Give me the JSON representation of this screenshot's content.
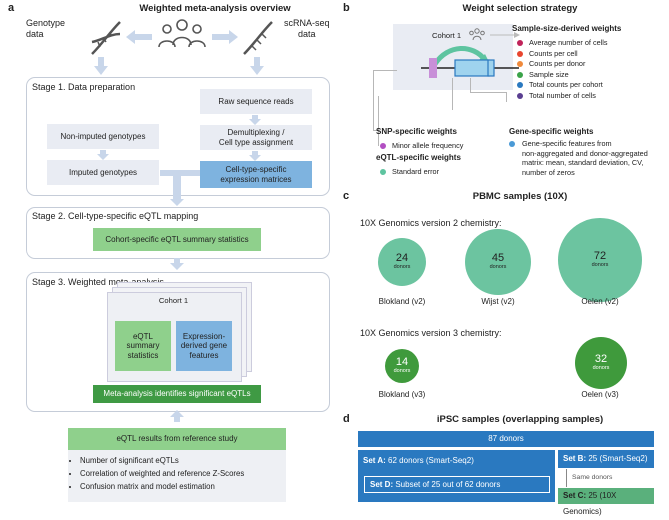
{
  "panel_a": {
    "letter": "a",
    "title": "Weighted meta-analysis overview",
    "genotype_label_1": "Genotype",
    "genotype_label_2": "data",
    "scrna_label_1": "scRNA-seq",
    "scrna_label_2": "data",
    "stage1": {
      "title": "Stage 1. Data preparation",
      "raw_reads": "Raw sequence reads",
      "demux_1": "Demultiplexing /",
      "demux_2": "Cell type assignment",
      "non_imputed": "Non-imputed genotypes",
      "imputed": "Imputed genotypes",
      "celltype_1": "Cell-type-specific",
      "celltype_2": "expression matrices"
    },
    "stage2": {
      "title": "Stage 2.  Cell-type-specific eQTL mapping",
      "box": "Cohort-specific eQTL summary statistics"
    },
    "stage3": {
      "title": "Stage 3. Weighted meta-analysis",
      "cohort": "Cohort 1",
      "eqtl_1": "eQTL",
      "eqtl_2": "summary",
      "eqtl_3": "statistics",
      "expr_1": "Expression-",
      "expr_2": "derived gene",
      "expr_3": "features",
      "meta": "Meta-analysis identifies significant eQTLs"
    },
    "reference": {
      "title": "eQTL results from reference study",
      "bullets": [
        "Number of significant eQTLs",
        "Correlation of weighted and reference Z-Scores",
        "Confusion matrix and model estimation"
      ]
    }
  },
  "panel_b": {
    "letter": "b",
    "title": "Weight selection strategy",
    "cohort": "Cohort 1",
    "sample_title": "Sample-size-derived weights",
    "sample_items": [
      {
        "label": "Average number of cells",
        "color": "#c0235a"
      },
      {
        "label": "Counts per cell",
        "color": "#e8452e"
      },
      {
        "label": "Counts per donor",
        "color": "#f08a3c"
      },
      {
        "label": "Sample size",
        "color": "#3aa349"
      },
      {
        "label": "Total counts per cohort",
        "color": "#2a79c0"
      },
      {
        "label": "Total number of cells",
        "color": "#5a3f91"
      }
    ],
    "snp_title": "SNP-specific weights",
    "snp_item": "Minor allele frequency",
    "snp_color": "#b24fc2",
    "eqtl_title": "eQTL-specific weights",
    "eqtl_item": "Standard error",
    "eqtl_color": "#5ec4a0",
    "gene_title": "Gene-specific weights",
    "gene_item_1": "Gene-specific features from",
    "gene_item_2": "non-aggregated and donor-aggregated",
    "gene_item_3": "matrix: mean, standard deviation, CV,",
    "gene_item_4": "number of zeros",
    "gene_color": "#4a9ad6"
  },
  "panel_c": {
    "letter": "c",
    "title": "PBMC samples (10X)",
    "v2_heading": "10X Genomics version 2 chemistry:",
    "v3_heading": "10X Genomics version 3 chemistry:",
    "donors_word": "donors",
    "v2": [
      {
        "n": "24",
        "label": "Blokland (v2)"
      },
      {
        "n": "45",
        "label": "Wijst (v2)"
      },
      {
        "n": "72",
        "label": "Oelen (v2)"
      }
    ],
    "v3": [
      {
        "n": "14",
        "label": "Blokland (v3)"
      },
      {
        "n": "32",
        "label": "Oelen (v3)"
      }
    ],
    "v2_color": "#6cc4a0",
    "v3_color": "#3f9a3c"
  },
  "panel_d": {
    "letter": "d",
    "title": "iPSC samples (overlapping samples)",
    "total": "87 donors",
    "set_a_bold": "Set A:",
    "set_a_rest": " 62 donors  (Smart-Seq2)",
    "set_b_bold": "Set B:",
    "set_b_rest": " 25 (Smart-Seq2)",
    "same": "Same donors",
    "set_c_bold": "Set C:",
    "set_c_rest": " 25 (10X Genomics)",
    "set_d_bold": "Set D:",
    "set_d_rest": " Subset of 25 out of 62 donors"
  }
}
